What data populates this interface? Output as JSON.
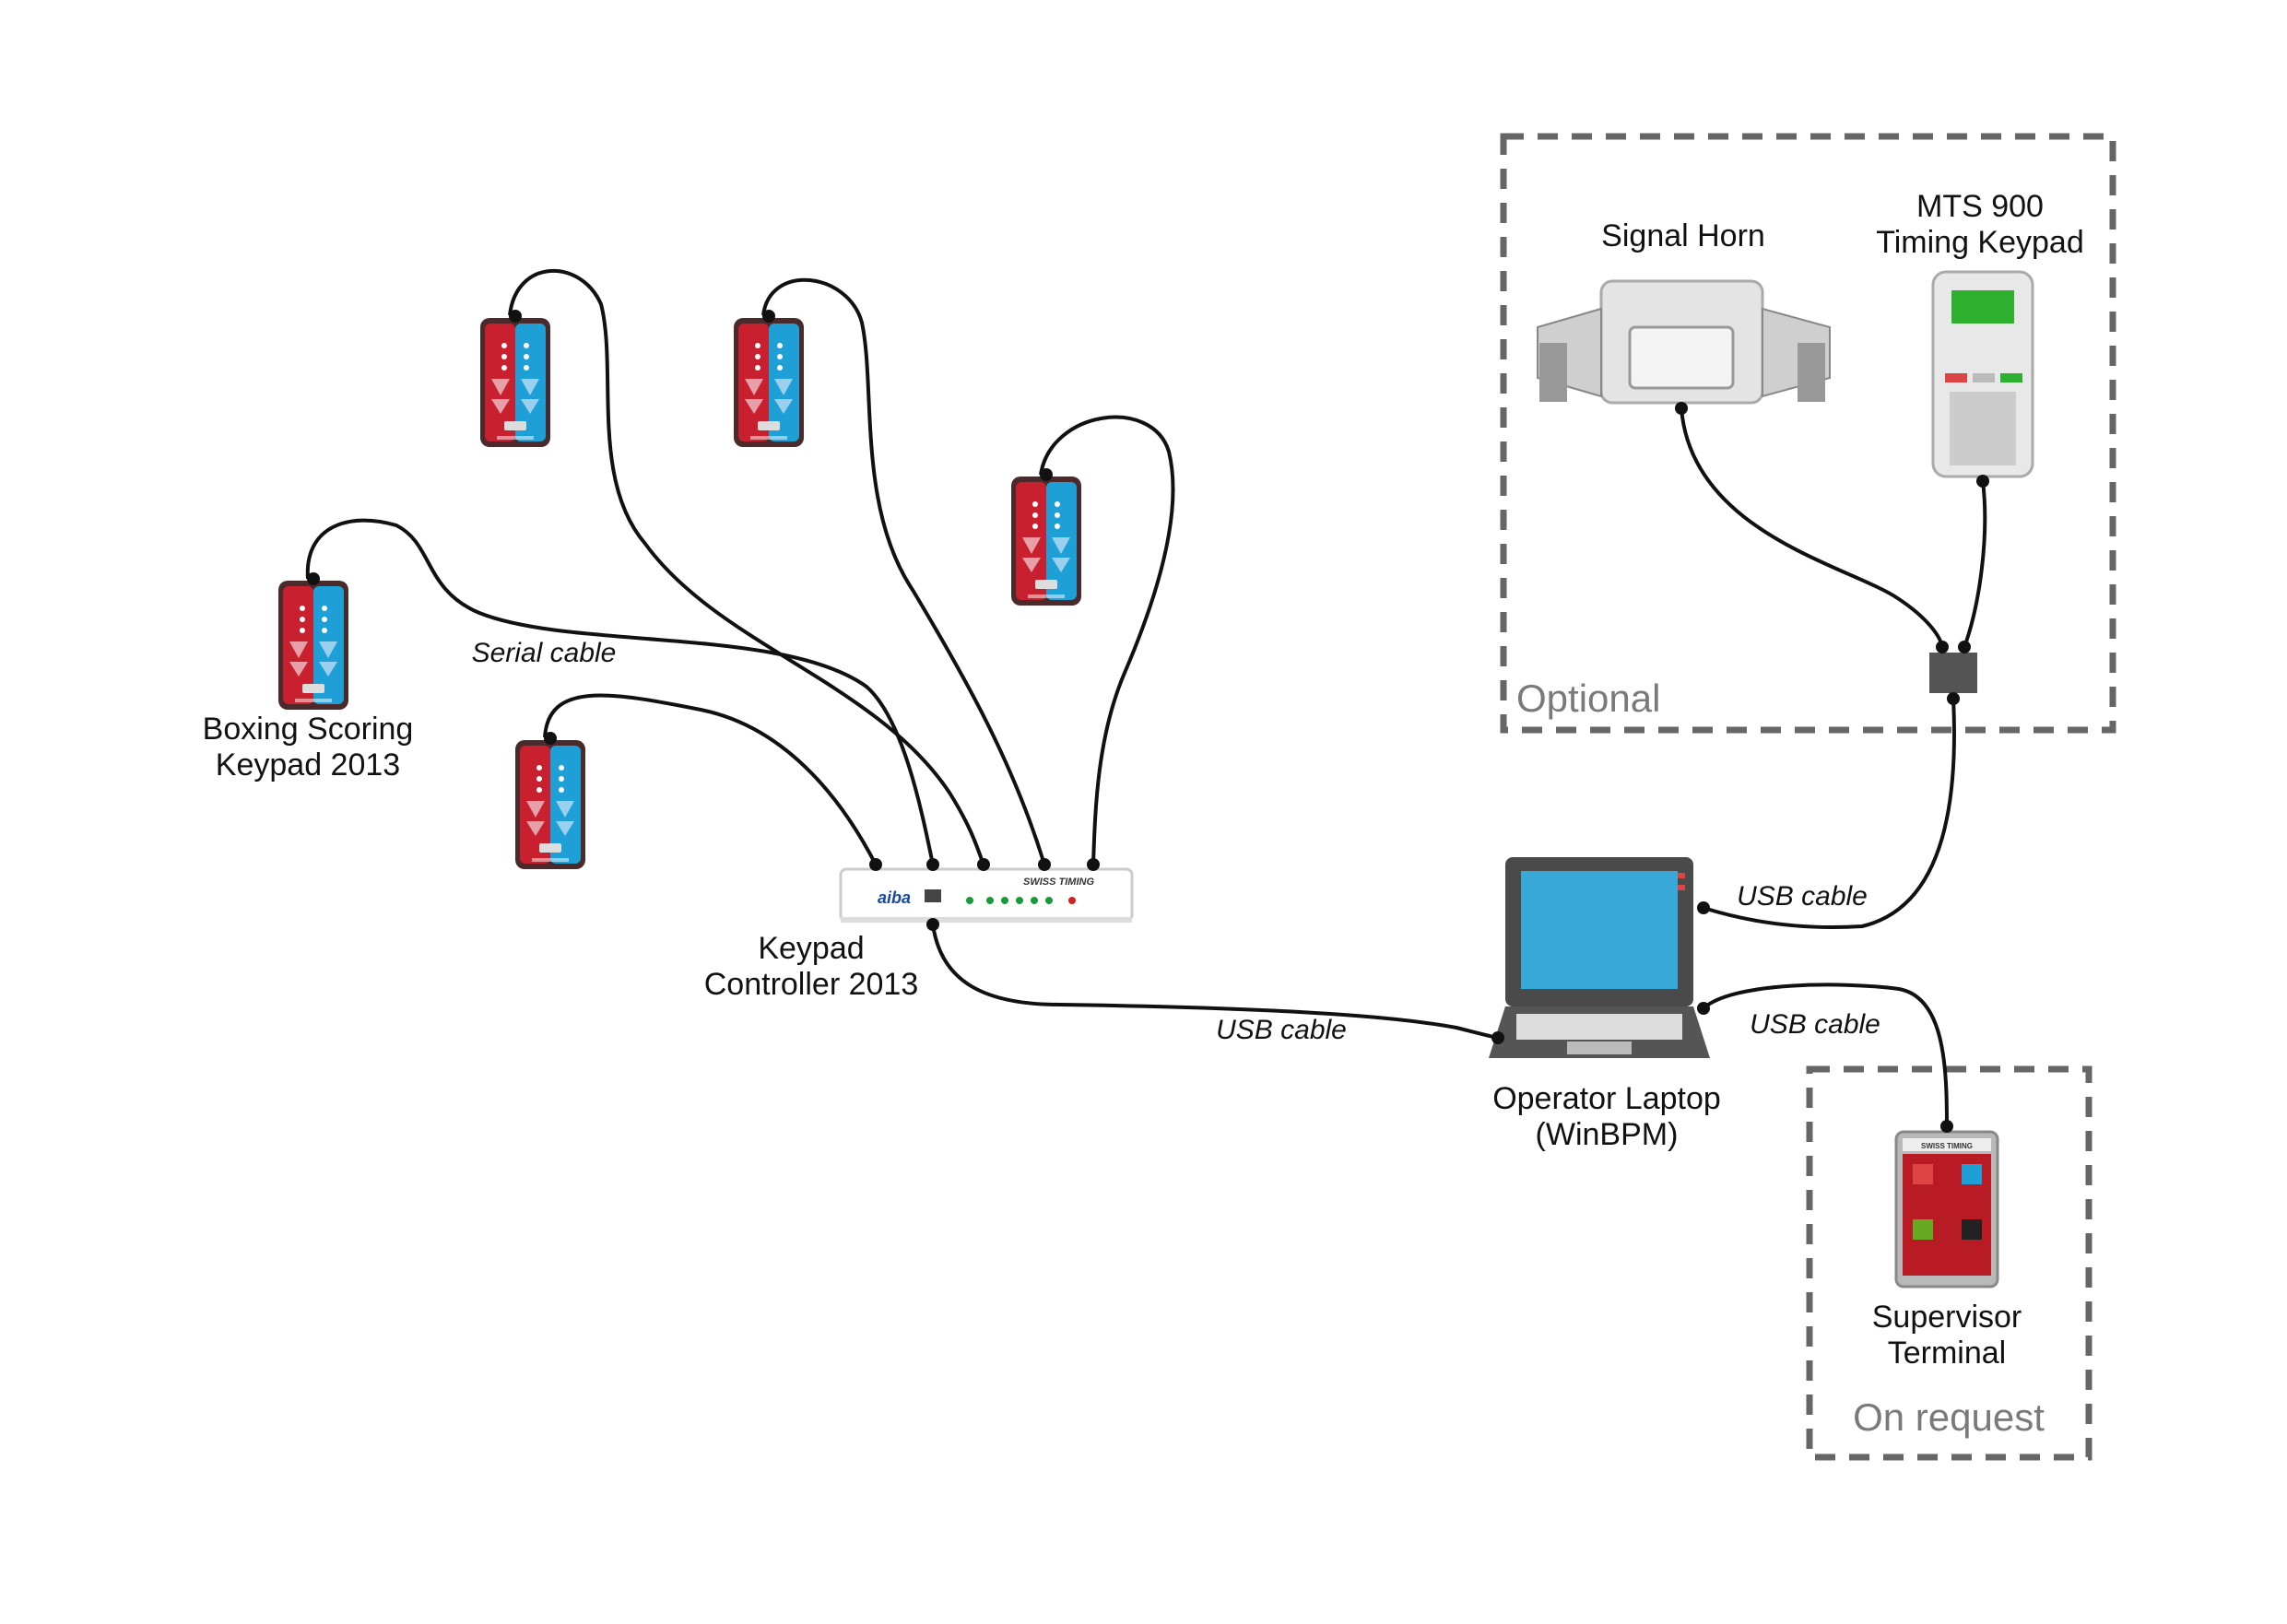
{
  "devices": {
    "scoring_keypad": {
      "line1": "Boxing Scoring",
      "line2": "Keypad 2013"
    },
    "keypad_controller": {
      "line1": "Keypad",
      "line2": "Controller 2013",
      "brand_left": "aiba",
      "brand_right": "SWISS TIMING"
    },
    "signal_horn": {
      "label": "Signal Horn"
    },
    "timing_keypad": {
      "line1": "MTS 900",
      "line2": "Timing Keypad"
    },
    "operator_laptop": {
      "line1": "Operator Laptop",
      "line2": "(WinBPM)"
    },
    "supervisor_terminal": {
      "line1": "Supervisor",
      "line2": "Terminal",
      "brand": "SWISS TIMING"
    }
  },
  "cables": {
    "serial": "Serial cable",
    "usb_controller": "USB cable",
    "usb_optional": "USB cable",
    "usb_supervisor": "USB cable"
  },
  "groups": {
    "optional": "Optional",
    "on_request": "On request"
  },
  "colors": {
    "keypad_red": "#c8202e",
    "keypad_blue": "#1e9fd6",
    "wire": "#111111",
    "dashed_border": "#666666",
    "group_text": "#7a7a7a",
    "led_green": "#1a9a3a",
    "led_red": "#d42020"
  }
}
